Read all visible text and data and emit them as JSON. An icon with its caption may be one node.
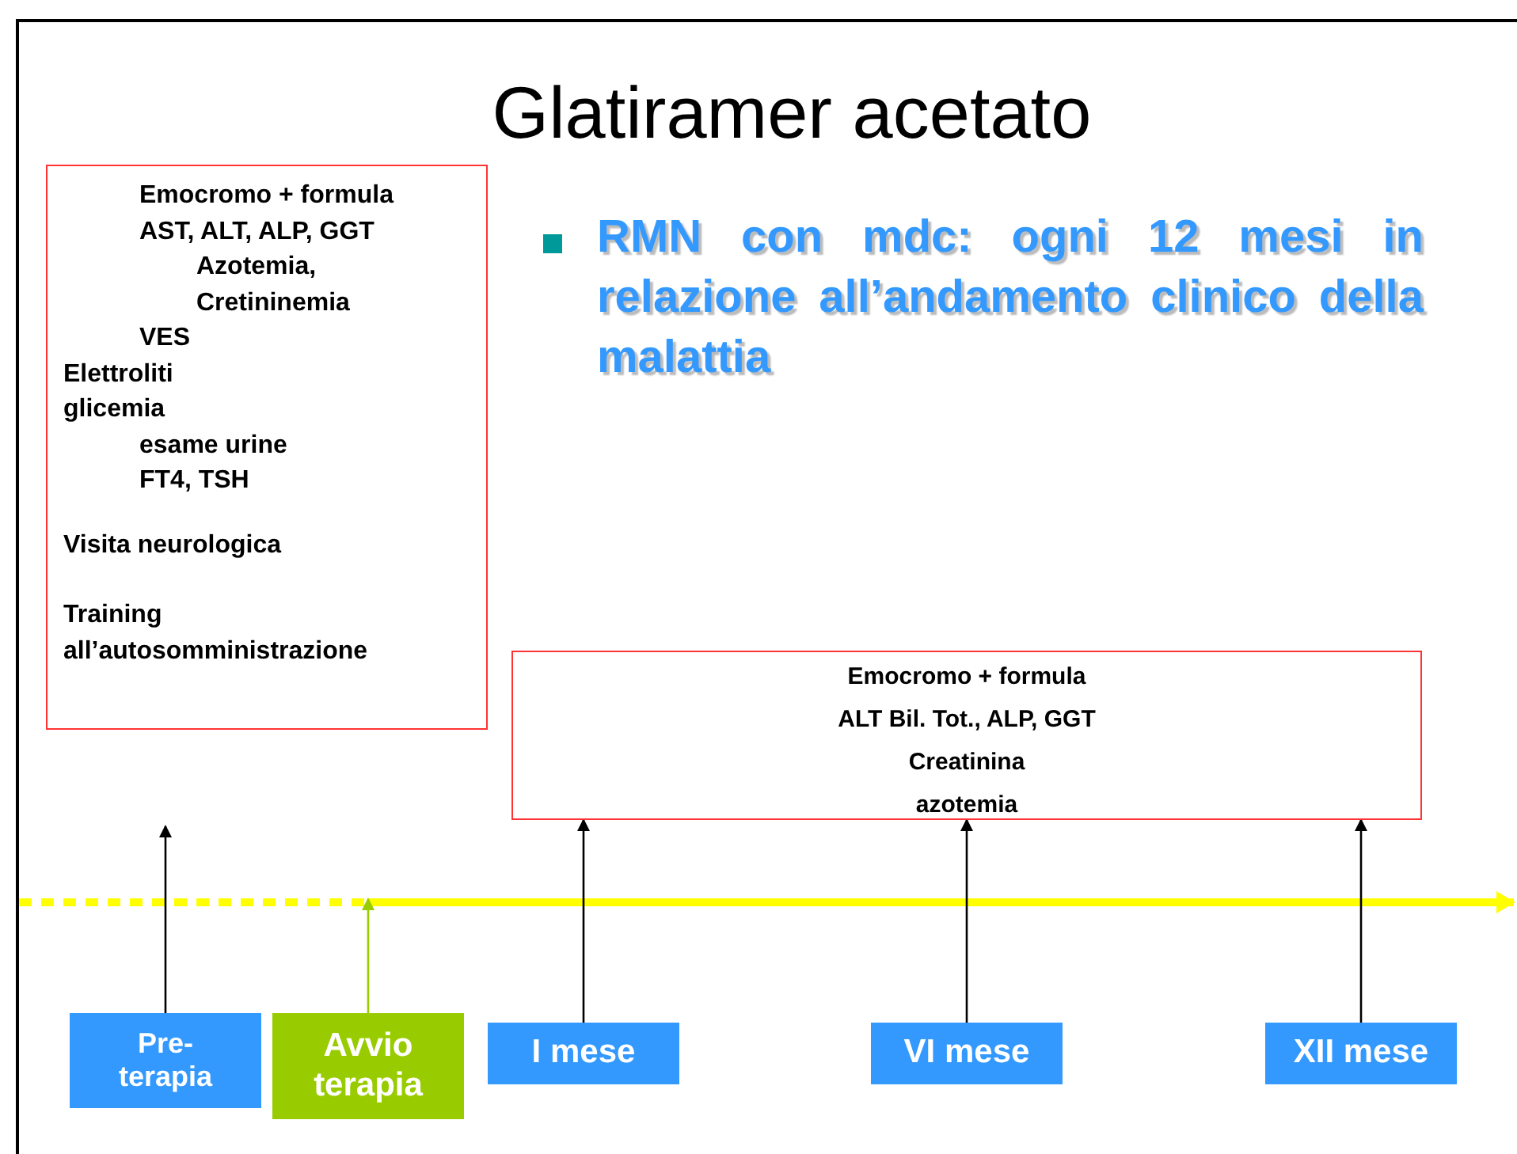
{
  "diagram": {
    "title": "Glatiramer acetato",
    "nodes": [
      {
        "text": [
          "Emocromo + formula",
          "AST, ALT, ALP, GGT",
          "Azotemia,",
          "Cretininemia",
          "VES",
          "Elettroliti",
          "glicemia",
          "esame urine",
          "FT4, TSH",
          "Visita neurologica",
          "Training all’autosomministrazione"
        ]
      },
      {
        "text": [
          "Emocromo + formula",
          "ALT Bil. Tot., ALP, GGT",
          "Creatinina",
          "azotemia"
        ]
      },
      {
        "text": [
          "Pre-terapia"
        ]
      },
      {
        "text": [
          "Avvio terapia"
        ]
      },
      {
        "text": [
          "I mese"
        ]
      },
      {
        "text": [
          "VI mese"
        ]
      },
      {
        "text": [
          "XII mese"
        ]
      }
    ],
    "edges": [
      {
        "from": 2,
        "to": null,
        "arrow": "to"
      },
      {
        "from": 3,
        "to": null,
        "arrow": "to",
        "color": "#99cc00"
      },
      {
        "from": 4,
        "to": 1,
        "arrow": "to"
      },
      {
        "from": 5,
        "to": 1,
        "arrow": "to"
      },
      {
        "from": 6,
        "to": 1,
        "arrow": "to"
      }
    ],
    "labels": [
      "RMN con mdc: ogni 12 mesi in relazione all’andamento clinico della malattia"
    ]
  }
}
